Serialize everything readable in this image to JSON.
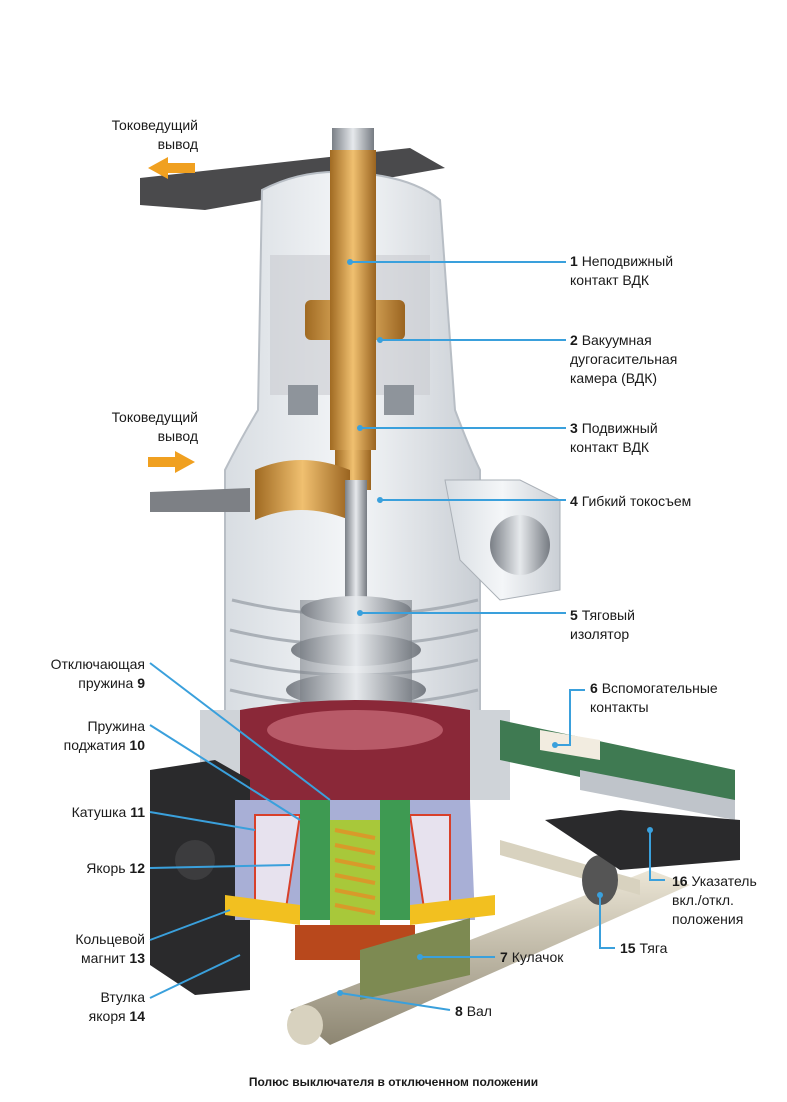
{
  "terminals": {
    "top": "Токоведущий\nвывод",
    "middle": "Токоведущий\nвывод"
  },
  "callouts": [
    {
      "num": "1",
      "text": "Неподвижный\nконтакт ВДК"
    },
    {
      "num": "2",
      "text": "Вакуумная\nдугогасительная\nкамера (ВДК)"
    },
    {
      "num": "3",
      "text": "Подвижный\nконтакт ВДК"
    },
    {
      "num": "4",
      "text": "Гибкий токосъем"
    },
    {
      "num": "5",
      "text": "Тяговый\nизолятор"
    },
    {
      "num": "6",
      "text": "Вспомогательные\nконтакты"
    },
    {
      "num": "7",
      "text": "Кулачок"
    },
    {
      "num": "8",
      "text": "Вал"
    },
    {
      "num": "9",
      "text": "Отключающая\nпружина"
    },
    {
      "num": "10",
      "text": "Пружина\nподжатия"
    },
    {
      "num": "11",
      "text": "Катушка"
    },
    {
      "num": "12",
      "text": "Якорь"
    },
    {
      "num": "13",
      "text": "Кольцевой\nмагнит"
    },
    {
      "num": "14",
      "text": "Втулка\nякоря"
    },
    {
      "num": "15",
      "text": "Тяга"
    },
    {
      "num": "16",
      "text": "Указатель\nвкл./откл.\nположения"
    }
  ],
  "caption": "Полюс выключателя в отключенном положении",
  "colors": {
    "leader_line": "#3aa0dc",
    "arrow": "#f0a020",
    "brass": "#c8903a",
    "housing": "#8a2838"
  }
}
